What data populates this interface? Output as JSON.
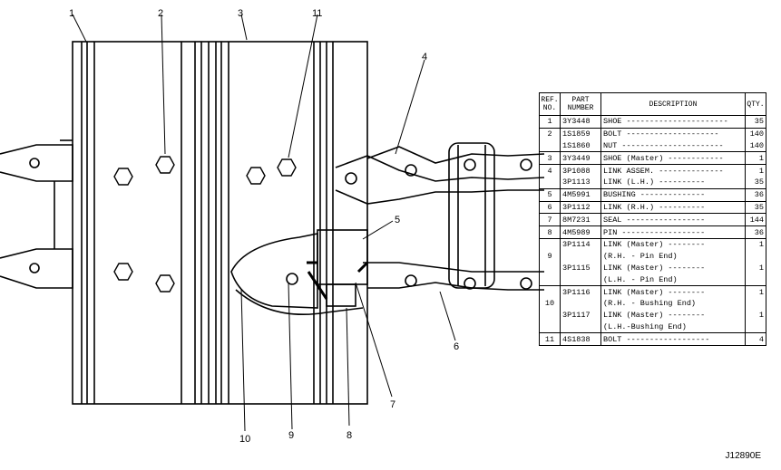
{
  "callouts": [
    "1",
    "2",
    "3",
    "11",
    "4",
    "5",
    "6",
    "7",
    "8",
    "9",
    "10"
  ],
  "figure_id": "J12890E",
  "table": {
    "headers": {
      "ref": "REF. NO.",
      "part": "PART NUMBER",
      "desc": "DESCRIPTION",
      "qty": "QTY."
    },
    "rows": [
      {
        "ref": "1",
        "part": "3Y3448",
        "desc": "SHOE ----------------------",
        "qty": "35",
        "end": true
      },
      {
        "ref": "2",
        "part": "1S1859",
        "desc": "BOLT --------------------",
        "qty": "140",
        "end": false
      },
      {
        "ref": "",
        "part": "1S1860",
        "desc": "NUT ----------------------",
        "qty": "140",
        "end": true
      },
      {
        "ref": "3",
        "part": "3Y3449",
        "desc": "SHOE (Master) ------------",
        "qty": "1",
        "end": true
      },
      {
        "ref": "4",
        "part": "3P1088",
        "desc": "LINK ASSEM. --------------",
        "qty": "1",
        "end": false
      },
      {
        "ref": "",
        "part": "3P1113",
        "desc": "   LINK (L.H.) ----------",
        "qty": "35",
        "end": true
      },
      {
        "ref": "5",
        "part": "4M5991",
        "desc": "   BUSHING --------------",
        "qty": "36",
        "end": true
      },
      {
        "ref": "6",
        "part": "3P1112",
        "desc": "   LINK (R.H.) ----------",
        "qty": "35",
        "end": true
      },
      {
        "ref": "7",
        "part": "8M7231",
        "desc": "   SEAL -----------------",
        "qty": "144",
        "end": true
      },
      {
        "ref": "8",
        "part": "4M5989",
        "desc": "   PIN ------------------",
        "qty": "36",
        "end": true
      },
      {
        "ref": "",
        "part": "3P1114",
        "desc": "   LINK (Master) --------",
        "qty": "1",
        "end": false
      },
      {
        "ref": "9",
        "part": "",
        "desc": "      (R.H. - Pin End)",
        "qty": "",
        "end": false
      },
      {
        "ref": "",
        "part": "3P1115",
        "desc": "   LINK (Master) --------",
        "qty": "1",
        "end": false
      },
      {
        "ref": "",
        "part": "",
        "desc": "      (L.H. - Pin End)",
        "qty": "",
        "end": true
      },
      {
        "ref": "",
        "part": "3P1116",
        "desc": "   LINK (Master) --------",
        "qty": "1",
        "end": false
      },
      {
        "ref": "10",
        "part": "",
        "desc": "      (R.H. - Bushing End)",
        "qty": "",
        "end": false
      },
      {
        "ref": "",
        "part": "3P1117",
        "desc": "   LINK (Master) --------",
        "qty": "1",
        "end": false
      },
      {
        "ref": "",
        "part": "",
        "desc": "      (L.H.-Bushing End)",
        "qty": "",
        "end": true
      },
      {
        "ref": "11",
        "part": "4S1838",
        "desc": "   BOLT ------------------",
        "qty": "4",
        "end": true
      }
    ]
  }
}
